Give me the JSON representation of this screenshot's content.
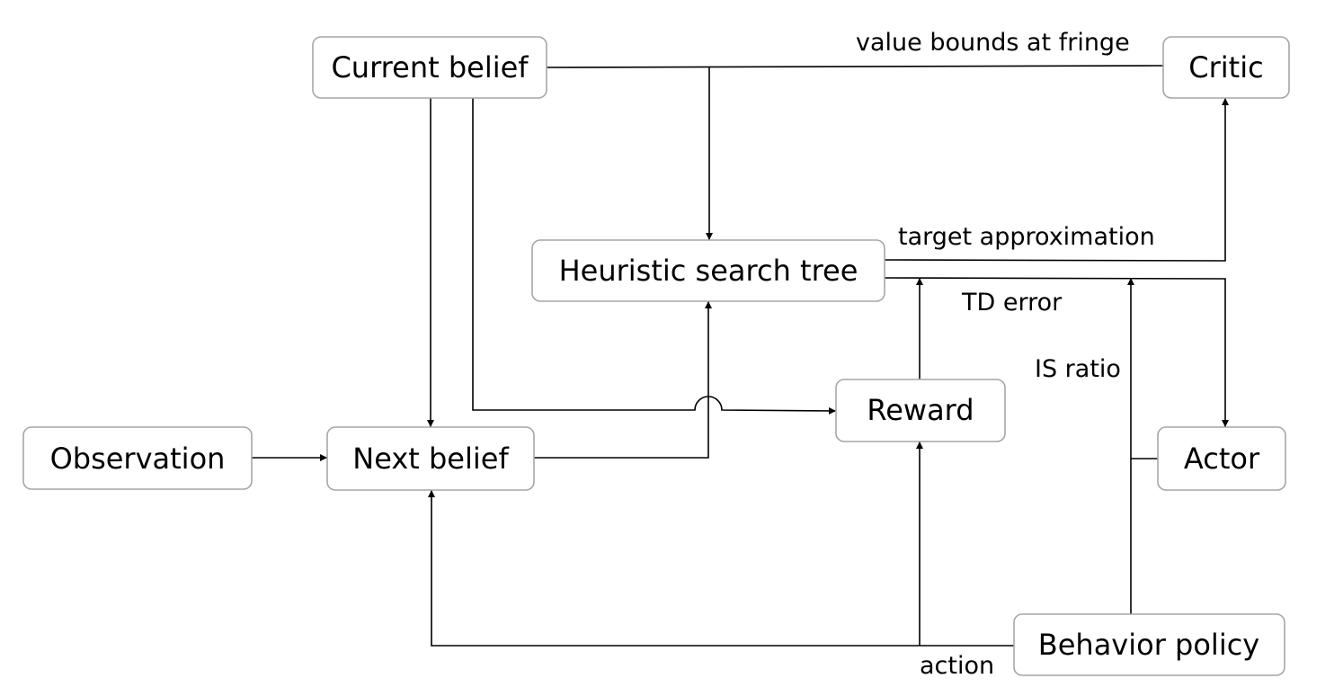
{
  "nodes": {
    "current_belief": "Current belief",
    "critic": "Critic",
    "heuristic_search_tree": "Heuristic search tree",
    "observation": "Observation",
    "next_belief": "Next belief",
    "reward": "Reward",
    "actor": "Actor",
    "behavior_policy": "Behavior policy"
  },
  "edge_labels": {
    "value_bounds": "value bounds at fringe",
    "target_approximation": "target approximation",
    "td_error": "TD error",
    "is_ratio": "IS ratio",
    "action": "action"
  }
}
